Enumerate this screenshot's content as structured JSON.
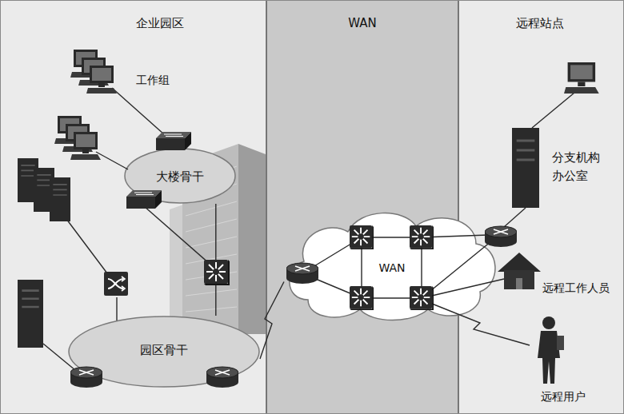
{
  "diagram": {
    "nodes": [
      {
        "text": [
          "企业园区"
        ]
      },
      {
        "text": [
          "WAN"
        ]
      },
      {
        "text": [
          "远程站点"
        ]
      },
      {
        "text": [
          "大楼骨干"
        ],
        "in": 0
      },
      {
        "text": [
          "园区骨干"
        ],
        "in": 0
      },
      {
        "text": [
          "WAN"
        ],
        "in": 1
      }
    ],
    "edges": [
      {
        "from": 3,
        "to": 4,
        "arrow": "none"
      },
      {
        "from": 4,
        "to": 5,
        "arrow": "none"
      }
    ],
    "labels": [
      "工作组",
      "分支机构 办公室",
      "远程工作人员",
      "远程用户"
    ]
  }
}
